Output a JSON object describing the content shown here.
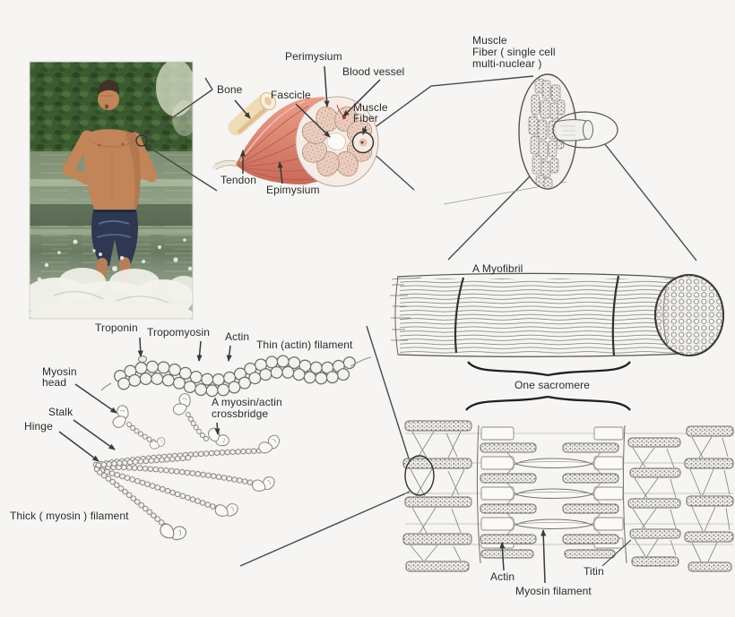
{
  "colors": {
    "background": "#f6f5f3",
    "line_art": "#4a4a4a",
    "text": "#2b2b2b",
    "muscle_red": "#d97f6a",
    "bone_tan": "#efdcb6",
    "fascicle_pink": "#ecd2c3"
  },
  "anatomy": {
    "bone": "Bone",
    "perimysium": "Perimysium",
    "blood_vessel": "Blood vessel",
    "fascicle": "Fascicle",
    "muscle_word": "Muscle",
    "fiber_word": "Fiber",
    "tendon": "Tendon",
    "epimysium": "Epimysium"
  },
  "fiber": {
    "line1": "Muscle",
    "line2": "Fiber ( single cell",
    "line3": "multi-nuclear )"
  },
  "myofibril": {
    "title": "A Myofibril",
    "brace_label": "One sacromere"
  },
  "filaments": {
    "troponin": "Troponin",
    "tropomyosin": "Tropomyosin",
    "actin": "Actin",
    "thin_filament": "Thin (actin) filament",
    "myosin_word": "Myosin",
    "head_word": "head",
    "stalk": "Stalk",
    "hinge": "Hinge",
    "crossbridge_line1": "A myosin/actin",
    "crossbridge_line2": "crossbridge",
    "thick_filament": "Thick ( myosin ) filament"
  },
  "sarcomere": {
    "actin": "Actin",
    "myosin_filament": "Myosin filament",
    "titin": "Titin"
  }
}
